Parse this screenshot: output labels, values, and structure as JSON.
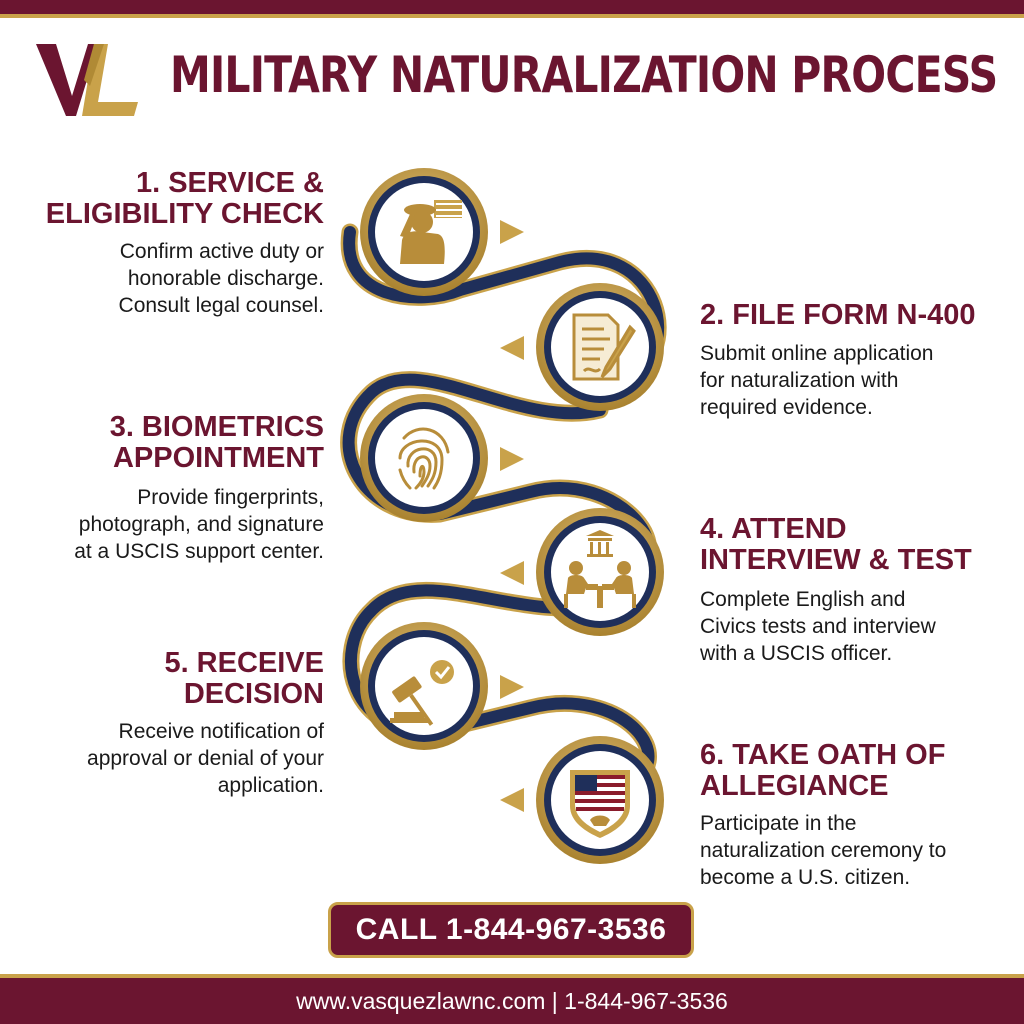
{
  "header": {
    "logo_text": "VL",
    "title": "MILITARY NATURALIZATION PROCESS"
  },
  "colors": {
    "maroon": "#6b1530",
    "gold": "#c9a24a",
    "navy": "#1f2f5a"
  },
  "steps": [
    {
      "title": "1. SERVICE &\nELIGIBILITY CHECK",
      "description": "Confirm active duty or\nhonorable discharge.\nConsult legal counsel.",
      "icon": "saluting-soldier-icon"
    },
    {
      "title": "2. FILE FORM N-400",
      "description": "Submit online application\nfor naturalization with\nrequired evidence.",
      "icon": "document-pen-icon"
    },
    {
      "title": "3. BIOMETRICS\nAPPOINTMENT",
      "description": "Provide fingerprints,\nphotograph, and signature\nat a USCIS support center.",
      "icon": "fingerprint-icon"
    },
    {
      "title": "4. ATTEND\nINTERVIEW & TEST",
      "description": "Complete English and\nCivics tests and interview\nwith a USCIS officer.",
      "icon": "interview-icon"
    },
    {
      "title": "5. RECEIVE\nDECISION",
      "description": "Receive notification of\napproval or denial of your\napplication.",
      "icon": "gavel-check-icon"
    },
    {
      "title": "6. TAKE OATH OF\nALLEGIANCE",
      "description": "Participate in the\nnaturalization ceremony to\nbecome a U.S. citizen.",
      "icon": "flag-shield-icon"
    }
  ],
  "cta": {
    "label": "CALL 1-844-967-3536"
  },
  "footer": {
    "text": "www.vasquezlawnc.com | 1-844-967-3536"
  }
}
